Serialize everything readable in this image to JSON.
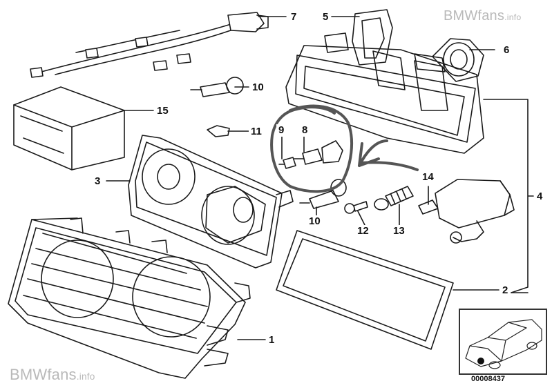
{
  "watermark": {
    "top": {
      "brand": "BMWfans",
      "suffix": ".info"
    },
    "bottom": {
      "brand": "BMWfans",
      "suffix": ".info"
    }
  },
  "callouts": {
    "c1": "1",
    "c2": "2",
    "c3": "3",
    "c4": "4",
    "c5": "5",
    "c6": "6",
    "c7": "7",
    "c8": "8",
    "c9": "9",
    "c10a": "10",
    "c10b": "10",
    "c11": "11",
    "c12": "12",
    "c13": "13",
    "c14": "14",
    "c15": "15"
  },
  "inset": {
    "number": "00008437"
  },
  "colors": {
    "line": "#1a1a1a",
    "annotation": "#555555",
    "watermark": "#b9b9b9"
  }
}
